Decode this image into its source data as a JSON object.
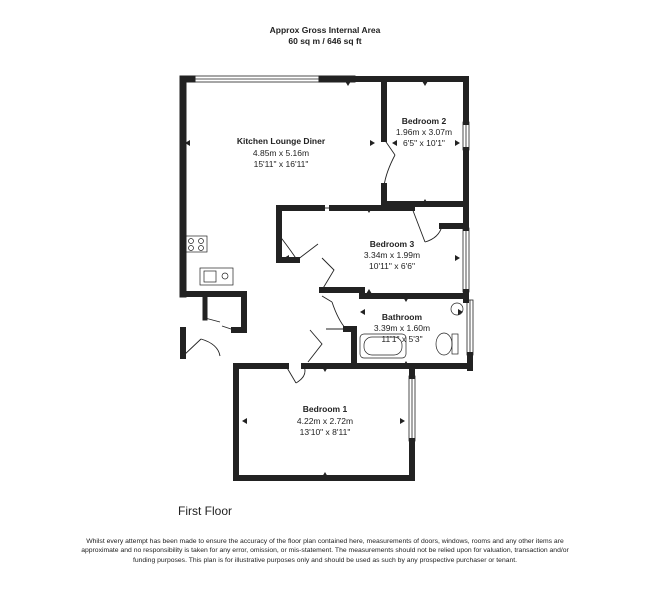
{
  "header": {
    "line1": "Approx Gross Internal Area",
    "line2": "60 sq m / 646 sq ft"
  },
  "rooms": {
    "kitchen_lounge_diner": {
      "name": "Kitchen Lounge Diner",
      "metric": "4.85m x 5.16m",
      "imperial": "15'11\" x 16'11\""
    },
    "bedroom_2": {
      "name": "Bedroom 2",
      "metric": "1.96m x 3.07m",
      "imperial": "6'5\" x 10'1\""
    },
    "bedroom_3": {
      "name": "Bedroom 3",
      "metric": "3.34m x 1.99m",
      "imperial": "10'11\" x 6'6\""
    },
    "bathroom": {
      "name": "Bathroom",
      "metric": "3.39m x 1.60m",
      "imperial": "11'1\" x 5'3\""
    },
    "bedroom_1": {
      "name": "Bedroom 1",
      "metric": "4.22m x 2.72m",
      "imperial": "13'10\" x 8'11\""
    }
  },
  "floor_label": "First Floor",
  "disclaimer": "Whilst every attempt has been made to ensure the accuracy of the floor plan contained here, measurements of doors, windows, rooms and any other items are approximate and no responsibility is taken for any error, omission, or mis-statement. The measurements should not be relied upon for valuation, transaction and/or funding purposes. This plan is for illustrative purposes only and should be used as such by any prospective purchaser or tenant."
}
